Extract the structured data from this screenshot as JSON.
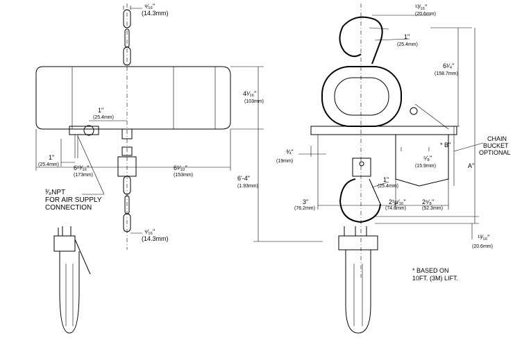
{
  "side_view": {
    "top_chain_frac": "⁹⁄₁₆\"",
    "top_chain_mm": "(14.3mm)",
    "height_in": "4¹⁄₁₆\"",
    "height_mm": "(103mm)",
    "inlet_offset_in": "1\"",
    "inlet_offset_mm": "(25.4mm)",
    "left_offset_in": "1\"",
    "left_offset_mm": "(25.4mm)",
    "width_left_in": "6¹³⁄₁₆\"",
    "width_left_mm": "(173mm)",
    "width_right_in": "6¹⁄₃₂\"",
    "width_right_mm": "(153mm)",
    "overall_height_in": "6'-4\"",
    "overall_height_mm": "(1.93mm)",
    "npt_line1": "³⁄₈NPT",
    "npt_line2": "FOR AIR SUPPLY",
    "npt_line3": "CONNECTION",
    "bottom_chain_frac": "⁹⁄₁₆\"",
    "bottom_chain_mm": "(14.3mm)"
  },
  "front_view": {
    "top_hook_in": "¹³⁄₁₆\"",
    "top_hook_mm": "(20.6mm)",
    "hook_gap_in": "1\"",
    "hook_gap_mm": "(25.4mm)",
    "hook_height_in": "6¹⁄₄\"",
    "hook_height_mm": "(158.7mm)",
    "b_label": "* B\"",
    "a_label": "A\"",
    "left_step_in": "¾\"",
    "left_step_mm": "(19mm)",
    "bucket_in": "⁵⁄₈\"",
    "bucket_mm": "(15.9mm)",
    "chain_bucket_line1": "CHAIN",
    "chain_bucket_line2": "BUCKET",
    "chain_bucket_line3": "OPTIONAL",
    "lower_hook_in": "1\"",
    "lower_hook_mm": "(25.4mm)",
    "dim_left_in": "3\"",
    "dim_left_mm": "(76.2mm)",
    "dim_mid_in": "2¹µ⁄₁₆\"",
    "dim_mid_mm": "(74.6mm)",
    "dim_right_in": "2⁶⁄₈\"",
    "dim_right_mm": "(52.3mm)",
    "bottom_hook_in": "¹³⁄₁₆\"",
    "bottom_hook_mm": "(20.6mm)"
  },
  "note": {
    "line1": "* BASED ON",
    "line2": "10FT. (3M) LIFT."
  }
}
